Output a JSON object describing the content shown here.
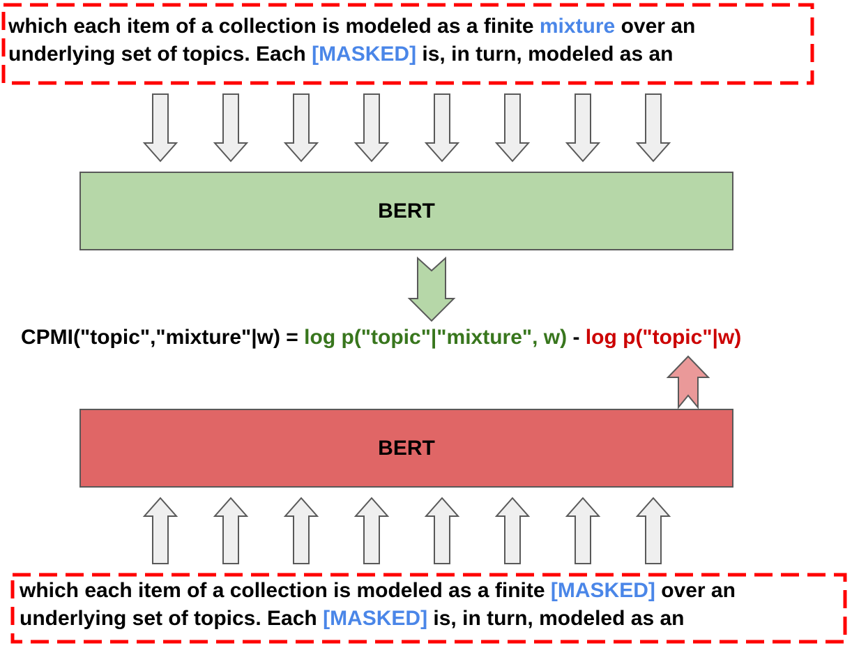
{
  "top_context": {
    "line1_before": "which each item of a collection is modeled as a finite ",
    "line1_highlight": "mixture",
    "line1_after": " over an",
    "line2_before": "underlying set of topics. Each ",
    "line2_highlight": "[MASKED]",
    "line2_after": " is, in turn, modeled as an"
  },
  "bottom_context": {
    "line1_before": "which each item of a collection is modeled as a finite ",
    "line1_highlight": "[MASKED]",
    "line1_after": " over an",
    "line2_before": "underlying set of topics. Each ",
    "line2_highlight": "[MASKED]",
    "line2_after": " is, in turn, modeled as an"
  },
  "bert_top": {
    "label": "BERT",
    "fill": "#b6d7a8"
  },
  "bert_bottom": {
    "label": "BERT",
    "fill": "#e06666"
  },
  "formula": {
    "lhs": "CPMI(\"topic\",\"mixture\"|w) = ",
    "term1": "log p(\"topic\"|\"mixture\", w)",
    "minus": " - ",
    "term2": "log p(\"topic\"|w)"
  },
  "colors": {
    "highlight_blue": "#4a86e8",
    "term_green": "#38761d",
    "term_red": "#cc0000",
    "dash_border": "#ff0000",
    "input_arrow": "#efefef",
    "output_arrow_green": "#b6d7a8",
    "output_arrow_red": "#ea9999"
  }
}
